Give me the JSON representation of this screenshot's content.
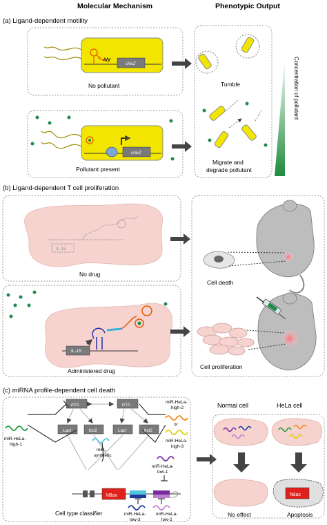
{
  "headers": {
    "molecular": "Molecular Mechanism",
    "phenotypic": "Phenotypic Output"
  },
  "panel_a": {
    "title": "(a) Ligand-dependent motility",
    "gene": "cheZ",
    "no_pollutant": "No pollutant",
    "pollutant_present": "Pollutant present",
    "tumble": "Tumble",
    "migrate_line1": "Migrate and",
    "migrate_line2": "degrade pollutant",
    "gradient_label": "Concentration of pollutant"
  },
  "panel_b": {
    "title": "(b) Ligand-dependent T cell proliferation",
    "gene": "IL-15",
    "no_drug": "No drug",
    "administered_drug": "Administered drug",
    "cell_death": "Cell death",
    "cell_proliferation": "Cell proliferation"
  },
  "panel_c": {
    "title": "(c) miRNA profile-dependent cell death",
    "rtta": "rtTA",
    "laci": "LacI",
    "bcl2": "bcl2",
    "hbax": "hBax",
    "mir_hela_high_1": [
      "miR-HeLa-",
      "high-1"
    ],
    "mir_synthetic": [
      "miR-",
      "synthetic"
    ],
    "mir_hela_high_2": [
      "miR-HeLa-",
      "high-2"
    ],
    "or": "or",
    "mir_hela_high_3": [
      "miR-HeLa-",
      "high-3"
    ],
    "mir_hela_low_1": [
      "miR-HeLa-",
      "low-1"
    ],
    "mir_hela_low_3": [
      "miR-HeLa-",
      "low-3"
    ],
    "mir_hela_low_2": [
      "miR-HeLa-",
      "low-2"
    ],
    "classifier": "Cell type classifier",
    "normal_cell": "Normal cell",
    "hela_cell": "HeLa cell",
    "no_effect": "No effect",
    "apoptosis": "Apoptosis"
  },
  "colors": {
    "bacteria": "#f2e600",
    "gradient": "#1f8a3c",
    "dot": "#1f8a4a",
    "tcell": "#f6d3cf",
    "box": "#808080",
    "hbax": "#e0201b"
  }
}
